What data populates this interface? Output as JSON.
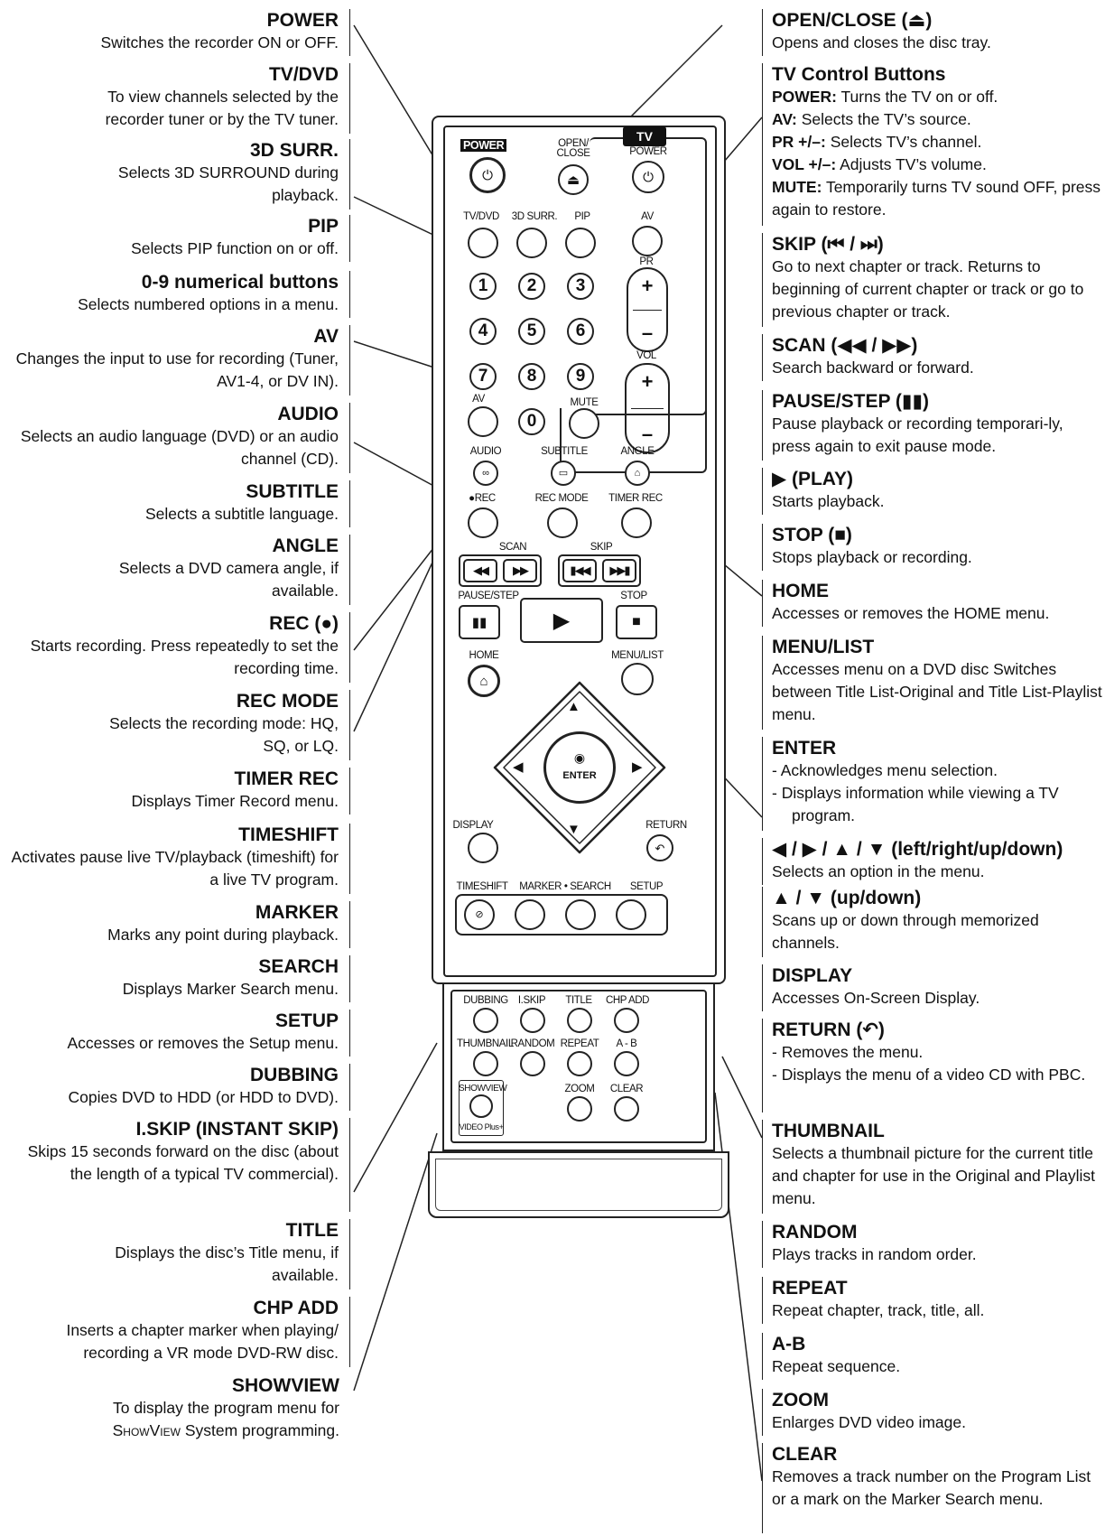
{
  "left_entries": [
    {
      "title": "POWER",
      "desc": "Switches the recorder ON or OFF."
    },
    {
      "title": "TV/DVD",
      "desc": "To view channels selected by the recorder tuner or by the TV tuner."
    },
    {
      "title": "3D SURR.",
      "desc": "Selects 3D SURROUND during playback."
    },
    {
      "title": "PIP",
      "desc": "Selects PIP function on or off."
    },
    {
      "title": "0-9 numerical buttons",
      "desc": "Selects numbered options in a menu."
    },
    {
      "title": "AV",
      "desc": "Changes the input to use for recording (Tuner, AV1-4, or DV IN)."
    },
    {
      "title": "AUDIO",
      "desc": "Selects an audio language (DVD) or an audio channel (CD)."
    },
    {
      "title": "SUBTITLE",
      "desc": "Selects a subtitle language."
    },
    {
      "title": "ANGLE",
      "desc": "Selects a DVD camera angle, if available."
    },
    {
      "title": "REC (●)",
      "desc": "Starts recording. Press repeatedly to set the recording time."
    },
    {
      "title": "REC MODE",
      "desc": "Selects the recording mode: HQ, SQ, or LQ."
    },
    {
      "title": "TIMER REC",
      "desc": "Displays Timer Record menu."
    },
    {
      "title": "TIMESHIFT",
      "desc": "Activates pause live TV/playback (timeshift) for a live TV program."
    },
    {
      "title": "MARKER",
      "desc": "Marks any point during playback."
    },
    {
      "title": "SEARCH",
      "desc": "Displays Marker Search menu."
    },
    {
      "title": "SETUP",
      "desc": "Accesses or removes the Setup menu."
    },
    {
      "title": "DUBBING",
      "desc": "Copies DVD to HDD (or HDD to DVD)."
    },
    {
      "title": "I.SKIP (INSTANT SKIP)",
      "desc": "Skips 15 seconds forward on the disc (about the length of a typical TV commercial)."
    },
    {
      "title": "TITLE",
      "desc": "Displays the disc’s Title menu, if available."
    },
    {
      "title": "CHP ADD",
      "desc": "Inserts a chapter marker when playing/ recording a VR mode DVD-RW disc."
    },
    {
      "title": "SHOWVIEW",
      "desc_pre": "To display the program menu for ",
      "desc_sc": "ShowView",
      "desc_post": " System programming."
    }
  ],
  "right_entries": [
    {
      "title": "OPEN/CLOSE (⏏)",
      "desc": "Opens and closes the disc tray."
    },
    {
      "title": "TV Control Buttons",
      "lines": [
        {
          "k": "POWER:",
          "v": " Turns the TV on or off."
        },
        {
          "k": "AV:",
          "v": " Selects the TV’s source."
        },
        {
          "k": "PR +/–:",
          "v": " Selects TV’s channel."
        },
        {
          "k": "VOL +/–:",
          "v": " Adjusts TV’s volume."
        },
        {
          "k": "MUTE:",
          "v": " Temporarily turns TV sound OFF, press again to restore."
        }
      ]
    },
    {
      "title": "SKIP (⏮ / ⏭)",
      "desc": "Go to next chapter or track. Returns to beginning of current chapter or track or go to previous chapter or track."
    },
    {
      "title": "SCAN (◀◀ / ▶▶)",
      "desc": "Search backward or forward."
    },
    {
      "title": "PAUSE/STEP (▮▮)",
      "desc": "Pause playback or recording temporari-ly, press again to exit pause mode."
    },
    {
      "title": "▶ (PLAY)",
      "desc": "Starts playback."
    },
    {
      "title": "STOP (■)",
      "desc": "Stops playback or recording."
    },
    {
      "title": "HOME",
      "desc": "Accesses or removes the HOME menu."
    },
    {
      "title": "MENU/LIST",
      "desc": "Accesses menu on a DVD disc Switches between Title List-Original and Title List-Playlist menu."
    },
    {
      "title": "ENTER",
      "bullets": [
        "-  Acknowledges menu selection.",
        "-  Displays information while viewing a TV program."
      ]
    },
    {
      "title": "◀ / ▶ / ▲ / ▼ (left/right/up/down)",
      "desc": "Selects an option in the menu."
    },
    {
      "title": "▲ / ▼ (up/down)",
      "desc": "Scans up or down through memorized channels."
    },
    {
      "title": "DISPLAY",
      "desc": "Accesses On-Screen Display."
    },
    {
      "title": "RETURN (↶)",
      "bullets": [
        "-  Removes the menu.",
        "-  Displays the menu of a video CD with PBC."
      ]
    },
    {
      "title": "THUMBNAIL",
      "desc": "Selects a thumbnail picture for the current title and chapter for use in the Original and Playlist menu."
    },
    {
      "title": "RANDOM",
      "desc": "Plays tracks in random order."
    },
    {
      "title": "REPEAT",
      "desc": "Repeat chapter, track, title, all."
    },
    {
      "title": "A-B",
      "desc": "Repeat sequence."
    },
    {
      "title": "ZOOM",
      "desc": "Enlarges DVD video image."
    },
    {
      "title": "CLEAR",
      "desc": "Removes a track number on the Program List or a mark on the Marker Search menu."
    }
  ],
  "remote": {
    "power": "POWER",
    "open_close": "OPEN/\nCLOSE",
    "tv": "TV",
    "tv_power": "POWER",
    "tvdvd": "TV/DVD",
    "surr": "3D SURR.",
    "pip": "PIP",
    "tv_av": "AV",
    "pr": "PR",
    "vol": "VOL",
    "mute": "MUTE",
    "av": "AV",
    "digits": [
      "1",
      "2",
      "3",
      "4",
      "5",
      "6",
      "7",
      "8",
      "9",
      "0"
    ],
    "audio": "AUDIO",
    "subtitle": "SUBTITLE",
    "angle": "ANGLE",
    "rec": "●REC",
    "rec_mode": "REC MODE",
    "timer_rec": "TIMER REC",
    "scan": "SCAN",
    "skip": "SKIP",
    "pause_step": "PAUSE/STEP",
    "stop": "STOP",
    "home": "HOME",
    "menu_list": "MENU/LIST",
    "enter": "ENTER",
    "display": "DISPLAY",
    "return": "RETURN",
    "timeshift": "TIMESHIFT",
    "marker_search": "MARKER • SEARCH",
    "setup": "SETUP",
    "dubbing": "DUBBING",
    "iskip": "I.SKIP",
    "title": "TITLE",
    "chp_add": "CHP ADD",
    "thumbnail": "THUMBNAIL",
    "random": "RANDOM",
    "repeat": "REPEAT",
    "ab": "A - B",
    "showview": "SHOWVIEW",
    "videoplus": "VIDEO Plus+",
    "zoom": "ZOOM",
    "clear": "CLEAR"
  }
}
